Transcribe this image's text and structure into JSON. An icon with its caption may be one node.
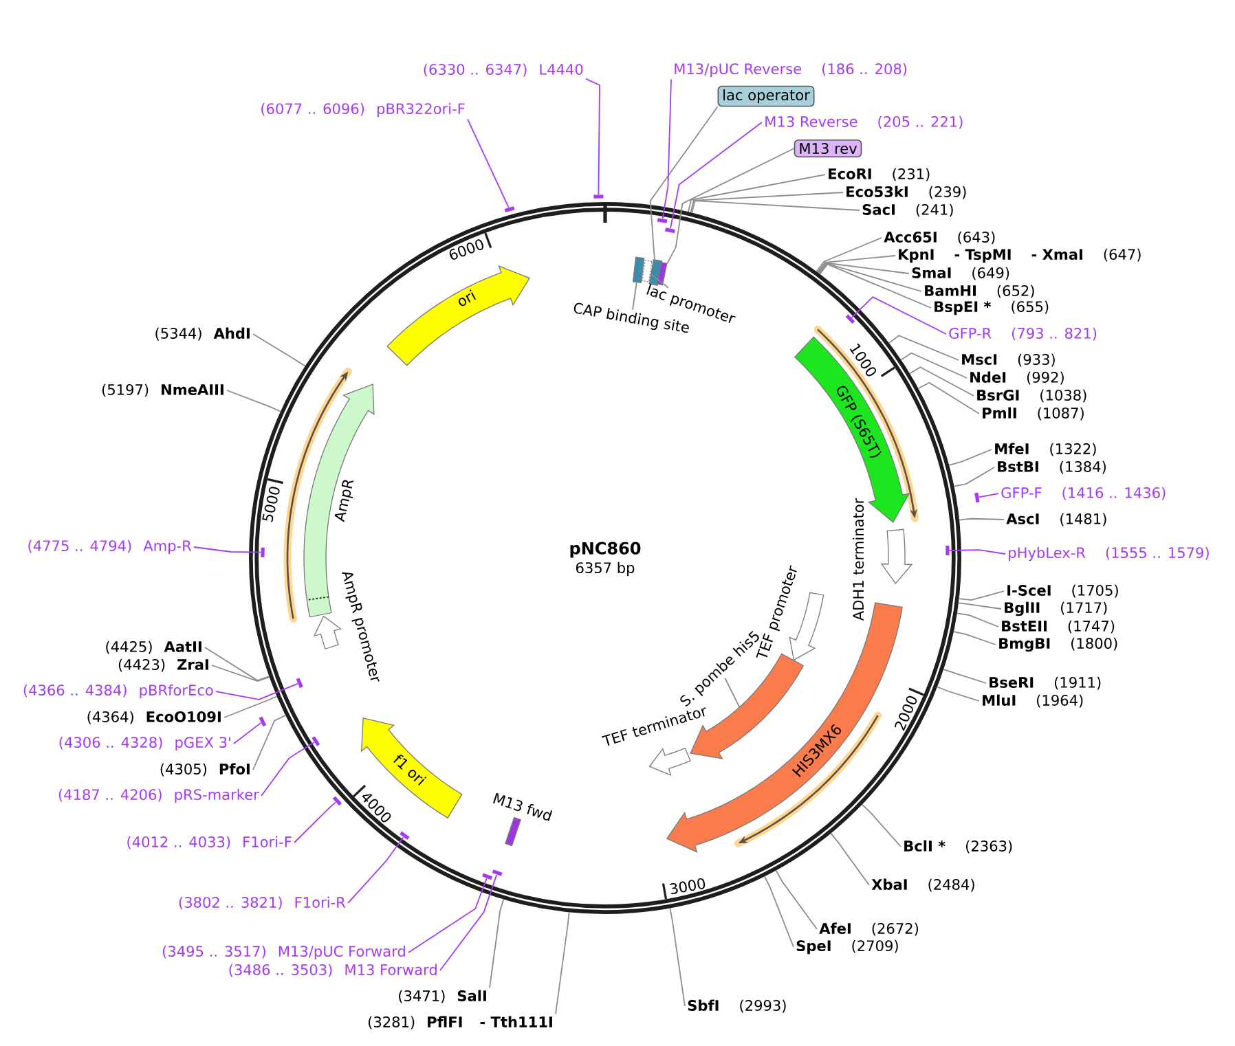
{
  "diagram": {
    "title": "pNC860",
    "nodes": [
      {
        "text": [],
        "shape": "box"
      },
      {
        "text": [],
        "shape": "box"
      },
      {
        "text": [],
        "shape": "box"
      },
      {
        "text": [],
        "shape": "box"
      },
      {
        "text": [
          "GFP (S65T)"
        ]
      },
      {
        "text": [],
        "shape": "arrow"
      },
      {
        "text": [
          "HIS3MX6"
        ]
      },
      {
        "text": [],
        "shape": "arrow",
        "beside": [
          "TEF promoter"
        ]
      },
      {
        "text": [],
        "shape": "arrow"
      },
      {
        "text": [],
        "shape": "arrow",
        "beside": [
          "TEF terminator"
        ]
      },
      {
        "text": [],
        "shape": "box",
        "beside": [
          "M13 fwd"
        ]
      },
      {
        "text": [
          "f1 ori"
        ]
      },
      {
        "text": [],
        "shape": "arrow",
        "beside": [
          "AmpR promoter"
        ]
      },
      {
        "text": [],
        "shape": "arrow",
        "beside": [
          "AmpR"
        ]
      },
      {
        "text": [
          "ori"
        ]
      },
      {
        "text": [
          "CAP binding site"
        ]
      },
      {
        "text": [
          "lac promoter"
        ]
      },
      {
        "text": [
          "S. pombe his5"
        ]
      },
      {
        "text": [
          "lac operator"
        ]
      },
      {
        "text": [
          "M13 rev"
        ]
      },
      {
        "text": [
          "M13/pUC Reverse",
          "(186 .. 208)"
        ]
      },
      {
        "text": [],
        "shape": "bar"
      },
      {
        "text": [
          "M13 Reverse",
          "(205 .. 221)"
        ]
      },
      {
        "text": [],
        "shape": "bar"
      },
      {
        "text": [
          "EcoRI",
          "(231)"
        ]
      },
      {
        "text": [
          "Eco53kI",
          "(239)"
        ]
      },
      {
        "text": [
          "SacI",
          "(241)"
        ]
      },
      {
        "text": [
          "Acc65I",
          "(643)"
        ]
      },
      {
        "text": [
          "KpnI",
          "- TspMI",
          "- XmaI",
          "(647)"
        ]
      },
      {
        "text": [
          "SmaI",
          "(649)"
        ]
      },
      {
        "text": [
          "BamHI",
          "(652)"
        ]
      },
      {
        "text": [
          "BspEI *",
          "(655)"
        ]
      },
      {
        "text": [
          "GFP-R",
          "(793 .. 821)"
        ]
      },
      {
        "text": [],
        "shape": "bar"
      },
      {
        "text": [
          "MscI",
          "(933)"
        ]
      },
      {
        "text": [
          "NdeI",
          "(992)"
        ]
      },
      {
        "text": [
          "BsrGI",
          "(1038)"
        ]
      },
      {
        "text": [
          "PmlI",
          "(1087)"
        ]
      },
      {
        "text": [
          "MfeI",
          "(1322)"
        ]
      },
      {
        "text": [
          "BstBI",
          "(1384)"
        ]
      },
      {
        "text": [
          "GFP-F",
          "(1416 .. 1436)"
        ]
      },
      {
        "text": [],
        "shape": "bar"
      },
      {
        "text": [
          "AscI",
          "(1481)"
        ]
      },
      {
        "text": [
          "pHybLex-R",
          "(1555 .. 1579)"
        ]
      },
      {
        "text": [],
        "shape": "bar"
      },
      {
        "text": [
          "I-SceI",
          "(1705)"
        ]
      },
      {
        "text": [
          "BglII",
          "(1717)"
        ]
      },
      {
        "text": [
          "BstEII",
          "(1747)"
        ]
      },
      {
        "text": [
          "BmgBI",
          "(1800)"
        ]
      },
      {
        "text": [
          "BseRI",
          "(1911)"
        ]
      },
      {
        "text": [
          "MluI",
          "(1964)"
        ]
      },
      {
        "text": [
          "BclI *",
          "(2363)"
        ]
      },
      {
        "text": [
          "XbaI",
          "(2484)"
        ]
      },
      {
        "text": [
          "AfeI",
          "(2672)"
        ]
      },
      {
        "text": [
          "SpeI",
          "(2709)"
        ]
      },
      {
        "text": [
          "SbfI",
          "(2993)"
        ]
      },
      {
        "text": [
          "(3281)",
          "PflFI",
          "- Tth111I"
        ]
      },
      {
        "text": [
          "(3471)",
          "SalI"
        ]
      },
      {
        "text": [
          "(3486 .. 3503)",
          "M13 Forward"
        ]
      },
      {
        "text": [],
        "shape": "bar"
      },
      {
        "text": [
          "(3495 .. 3517)",
          "M13/pUC Forward"
        ]
      },
      {
        "text": [],
        "shape": "bar"
      },
      {
        "text": [
          "(3802 .. 3821)",
          "F1ori-R"
        ]
      },
      {
        "text": [],
        "shape": "bar"
      },
      {
        "text": [
          "(4012 .. 4033)",
          "F1ori-F"
        ]
      },
      {
        "text": [],
        "shape": "bar"
      },
      {
        "text": [
          "(4187 .. 4206)",
          "pRS-marker"
        ]
      },
      {
        "text": [],
        "shape": "bar"
      },
      {
        "text": [
          "(4305)",
          "PfoI"
        ]
      },
      {
        "text": [
          "(4306 .. 4328)",
          "pGEX 3'"
        ]
      },
      {
        "text": [],
        "shape": "bar"
      },
      {
        "text": [
          "(4364)",
          "EcoO109I"
        ]
      },
      {
        "text": [
          "(4366 .. 4384)",
          "pBRforEco"
        ]
      },
      {
        "text": [],
        "shape": "bar"
      },
      {
        "text": [
          "(4423)",
          "ZraI"
        ]
      },
      {
        "text": [
          "(4425)",
          "AatII"
        ]
      },
      {
        "text": [
          "(4775 .. 4794)",
          "Amp-R"
        ]
      },
      {
        "text": [],
        "shape": "bar"
      },
      {
        "text": [
          "(5197)",
          "NmeAIII"
        ]
      },
      {
        "text": [
          "(5344)",
          "AhdI"
        ]
      },
      {
        "text": [
          "(6077 .. 6096)",
          "pBR322ori-F"
        ]
      },
      {
        "text": [],
        "shape": "bar"
      },
      {
        "text": [
          "(6330 .. 6347)",
          "L4440"
        ]
      },
      {
        "text": [],
        "shape": "bar"
      }
    ],
    "edges": [
      {
        "from": 15,
        "to": 0,
        "arrow": "none"
      },
      {
        "from": 16,
        "to": 1,
        "arrow": "none"
      },
      {
        "from": 17,
        "to": 8,
        "arrow": "none"
      },
      {
        "from": 18,
        "to": 2,
        "arrow": "none"
      },
      {
        "from": 19,
        "to": 3,
        "arrow": "none"
      },
      {
        "from": 20,
        "to": 21,
        "arrow": "none",
        "color": "#a53bf0"
      },
      {
        "from": 22,
        "to": 23,
        "arrow": "none",
        "color": "#a53bf0"
      },
      {
        "from": 24,
        "to": null,
        "arrow": "none"
      },
      {
        "from": 25,
        "to": null,
        "arrow": "none"
      },
      {
        "from": 26,
        "to": null,
        "arrow": "none"
      },
      {
        "from": 27,
        "to": null,
        "arrow": "none"
      },
      {
        "from": 28,
        "to": null,
        "arrow": "none"
      },
      {
        "from": 29,
        "to": null,
        "arrow": "none"
      },
      {
        "from": 30,
        "to": null,
        "arrow": "none"
      },
      {
        "from": 31,
        "to": null,
        "arrow": "none"
      },
      {
        "from": 32,
        "to": 33,
        "arrow": "none",
        "color": "#a53bf0"
      },
      {
        "from": 34,
        "to": null,
        "arrow": "none"
      },
      {
        "from": 35,
        "to": null,
        "arrow": "none"
      },
      {
        "from": 36,
        "to": null,
        "arrow": "none"
      },
      {
        "from": 37,
        "to": null,
        "arrow": "none"
      },
      {
        "from": 38,
        "to": null,
        "arrow": "none"
      },
      {
        "from": 39,
        "to": null,
        "arrow": "none"
      },
      {
        "from": 40,
        "to": 41,
        "arrow": "none",
        "color": "#a53bf0"
      },
      {
        "from": 42,
        "to": null,
        "arrow": "none"
      },
      {
        "from": 43,
        "to": 44,
        "arrow": "none",
        "color": "#a53bf0"
      },
      {
        "from": 45,
        "to": null,
        "arrow": "none"
      },
      {
        "from": 46,
        "to": null,
        "arrow": "none"
      },
      {
        "from": 47,
        "to": null,
        "arrow": "none"
      },
      {
        "from": 48,
        "to": null,
        "arrow": "none"
      },
      {
        "from": 49,
        "to": null,
        "arrow": "none"
      },
      {
        "from": 50,
        "to": null,
        "arrow": "none"
      },
      {
        "from": 51,
        "to": null,
        "arrow": "none"
      },
      {
        "from": 52,
        "to": null,
        "arrow": "none"
      },
      {
        "from": 53,
        "to": null,
        "arrow": "none"
      },
      {
        "from": 54,
        "to": null,
        "arrow": "none"
      },
      {
        "from": 55,
        "to": null,
        "arrow": "none"
      },
      {
        "from": 56,
        "to": null,
        "arrow": "none"
      },
      {
        "from": 57,
        "to": null,
        "arrow": "none"
      },
      {
        "from": 58,
        "to": 59,
        "arrow": "none",
        "color": "#a53bf0"
      },
      {
        "from": 60,
        "to": 61,
        "arrow": "none",
        "color": "#a53bf0"
      },
      {
        "from": 62,
        "to": 63,
        "arrow": "none",
        "color": "#a53bf0"
      },
      {
        "from": 64,
        "to": 65,
        "arrow": "none",
        "color": "#a53bf0"
      },
      {
        "from": 66,
        "to": 67,
        "arrow": "none",
        "color": "#a53bf0"
      },
      {
        "from": 68,
        "to": null,
        "arrow": "none"
      },
      {
        "from": 69,
        "to": 70,
        "arrow": "none",
        "color": "#a53bf0"
      },
      {
        "from": 71,
        "to": null,
        "arrow": "none"
      },
      {
        "from": 72,
        "to": 73,
        "arrow": "none",
        "color": "#a53bf0"
      },
      {
        "from": 74,
        "to": null,
        "arrow": "none"
      },
      {
        "from": 75,
        "to": null,
        "arrow": "none"
      },
      {
        "from": 76,
        "to": 77,
        "arrow": "none",
        "color": "#a53bf0"
      },
      {
        "from": 78,
        "to": null,
        "arrow": "none"
      },
      {
        "from": 79,
        "to": null,
        "arrow": "none"
      },
      {
        "from": 80,
        "to": 81,
        "arrow": "none",
        "color": "#a53bf0"
      },
      {
        "from": 82,
        "to": 83,
        "arrow": "none",
        "color": "#a53bf0"
      }
    ],
    "labels": [
      "6357 bp",
      "1000",
      "2000",
      "3000",
      "4000",
      "5000",
      "6000",
      "ADH1 terminator"
    ]
  }
}
